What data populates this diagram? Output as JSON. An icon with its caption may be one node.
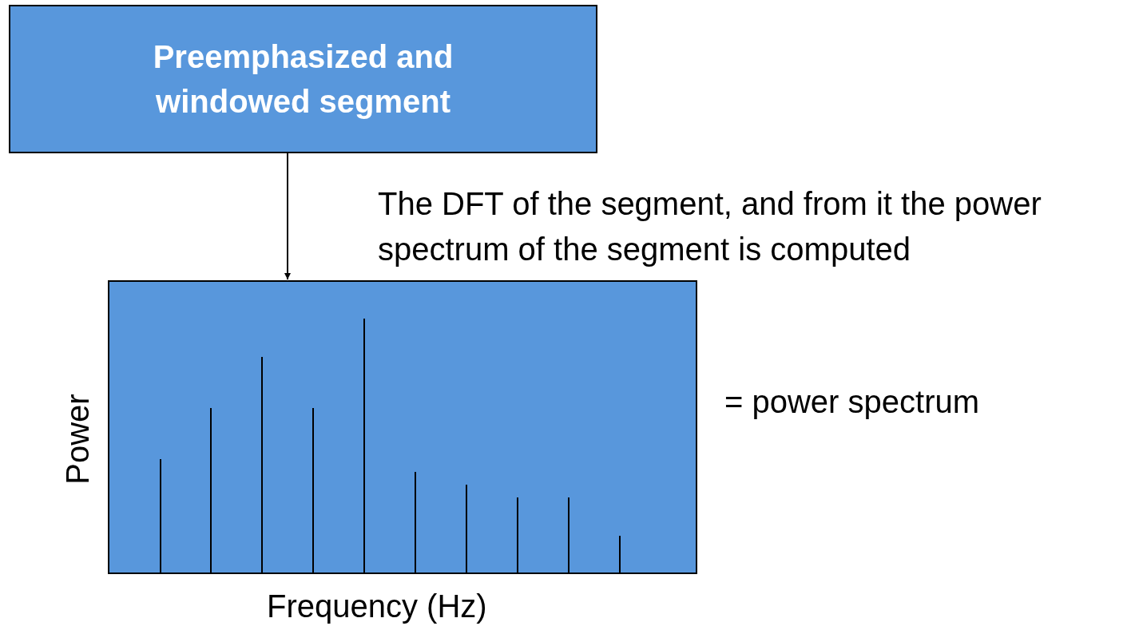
{
  "diagram": {
    "nodes": [
      {
        "text": [
          "Preemphasized and windowed segment"
        ]
      },
      {
        "text": [],
        "shape": "box",
        "beside": [
          "Power",
          "Frequency (Hz)",
          "= power spectrum"
        ]
      }
    ],
    "edges": [
      {
        "from": 0,
        "to": 1,
        "arrow": "to",
        "label": "The DFT of the segment, and from it the power spectrum of the segment is computed"
      }
    ]
  }
}
